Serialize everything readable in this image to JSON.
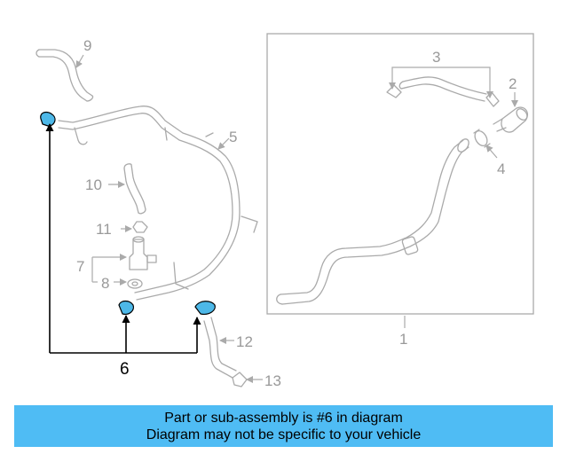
{
  "diagram": {
    "callouts": {
      "c1": "1",
      "c2": "2",
      "c3": "3",
      "c4": "4",
      "c5": "5",
      "c6": "6",
      "c7": "7",
      "c8": "8",
      "c9": "9",
      "c10": "10",
      "c11": "11",
      "c12": "12",
      "c13": "13"
    },
    "highlight_color": "#4db8e8"
  },
  "banner": {
    "line1": "Part or sub-assembly is #6 in diagram",
    "line2": "Diagram may not be specific to your vehicle",
    "background": "#4fbcf4"
  }
}
